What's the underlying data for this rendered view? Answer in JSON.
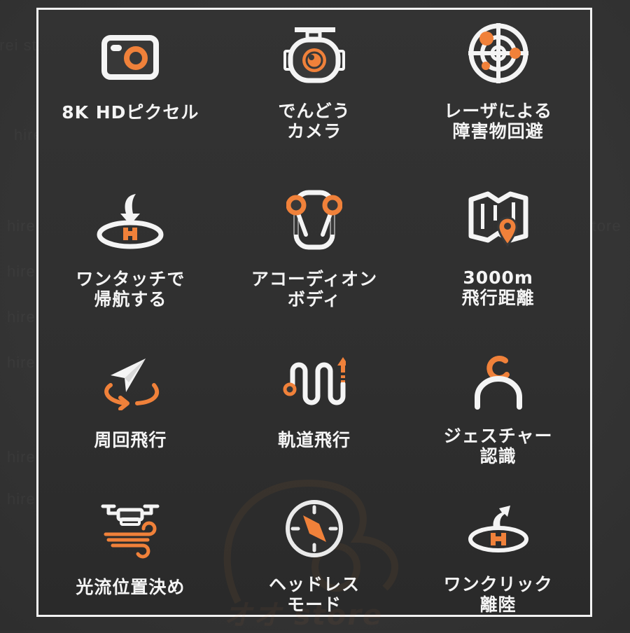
{
  "colors": {
    "accent": "#f0813a",
    "icon_white": "#f4f4f4",
    "frame_border": "#f2f2f2",
    "background": "#333333",
    "text": "#f4f4f4"
  },
  "watermark": {
    "repeat_text": "hirei store",
    "logo_text": "オオ store"
  },
  "features": [
    {
      "icon": "compact-camera-icon",
      "lines": [
        "8K HDピクセル"
      ]
    },
    {
      "icon": "dash-camera-icon",
      "lines": [
        "でんどう",
        "カメラ"
      ]
    },
    {
      "icon": "radar-target-icon",
      "lines": [
        "レーザによる",
        "障害物回避"
      ]
    },
    {
      "icon": "return-home-landing-icon",
      "lines": [
        "ワンタッチで",
        "帰航する"
      ]
    },
    {
      "icon": "foldable-drone-body-icon",
      "lines": [
        "アコーディオン",
        "ボディ"
      ]
    },
    {
      "icon": "map-pin-icon",
      "lines": [
        "3000m",
        "飛行距離"
      ]
    },
    {
      "icon": "orbit-flight-icon",
      "lines": [
        "周回飛行"
      ]
    },
    {
      "icon": "trajectory-path-icon",
      "lines": [
        "軌道飛行"
      ]
    },
    {
      "icon": "gesture-person-icon",
      "lines": [
        "ジェスチャー",
        "認識"
      ]
    },
    {
      "icon": "optical-flow-drone-icon",
      "lines": [
        "光流位置決め"
      ]
    },
    {
      "icon": "compass-icon",
      "lines": [
        "ヘッドレス",
        "モード"
      ]
    },
    {
      "icon": "takeoff-helipad-icon",
      "lines": [
        "ワンクリック",
        "離陸"
      ]
    }
  ]
}
